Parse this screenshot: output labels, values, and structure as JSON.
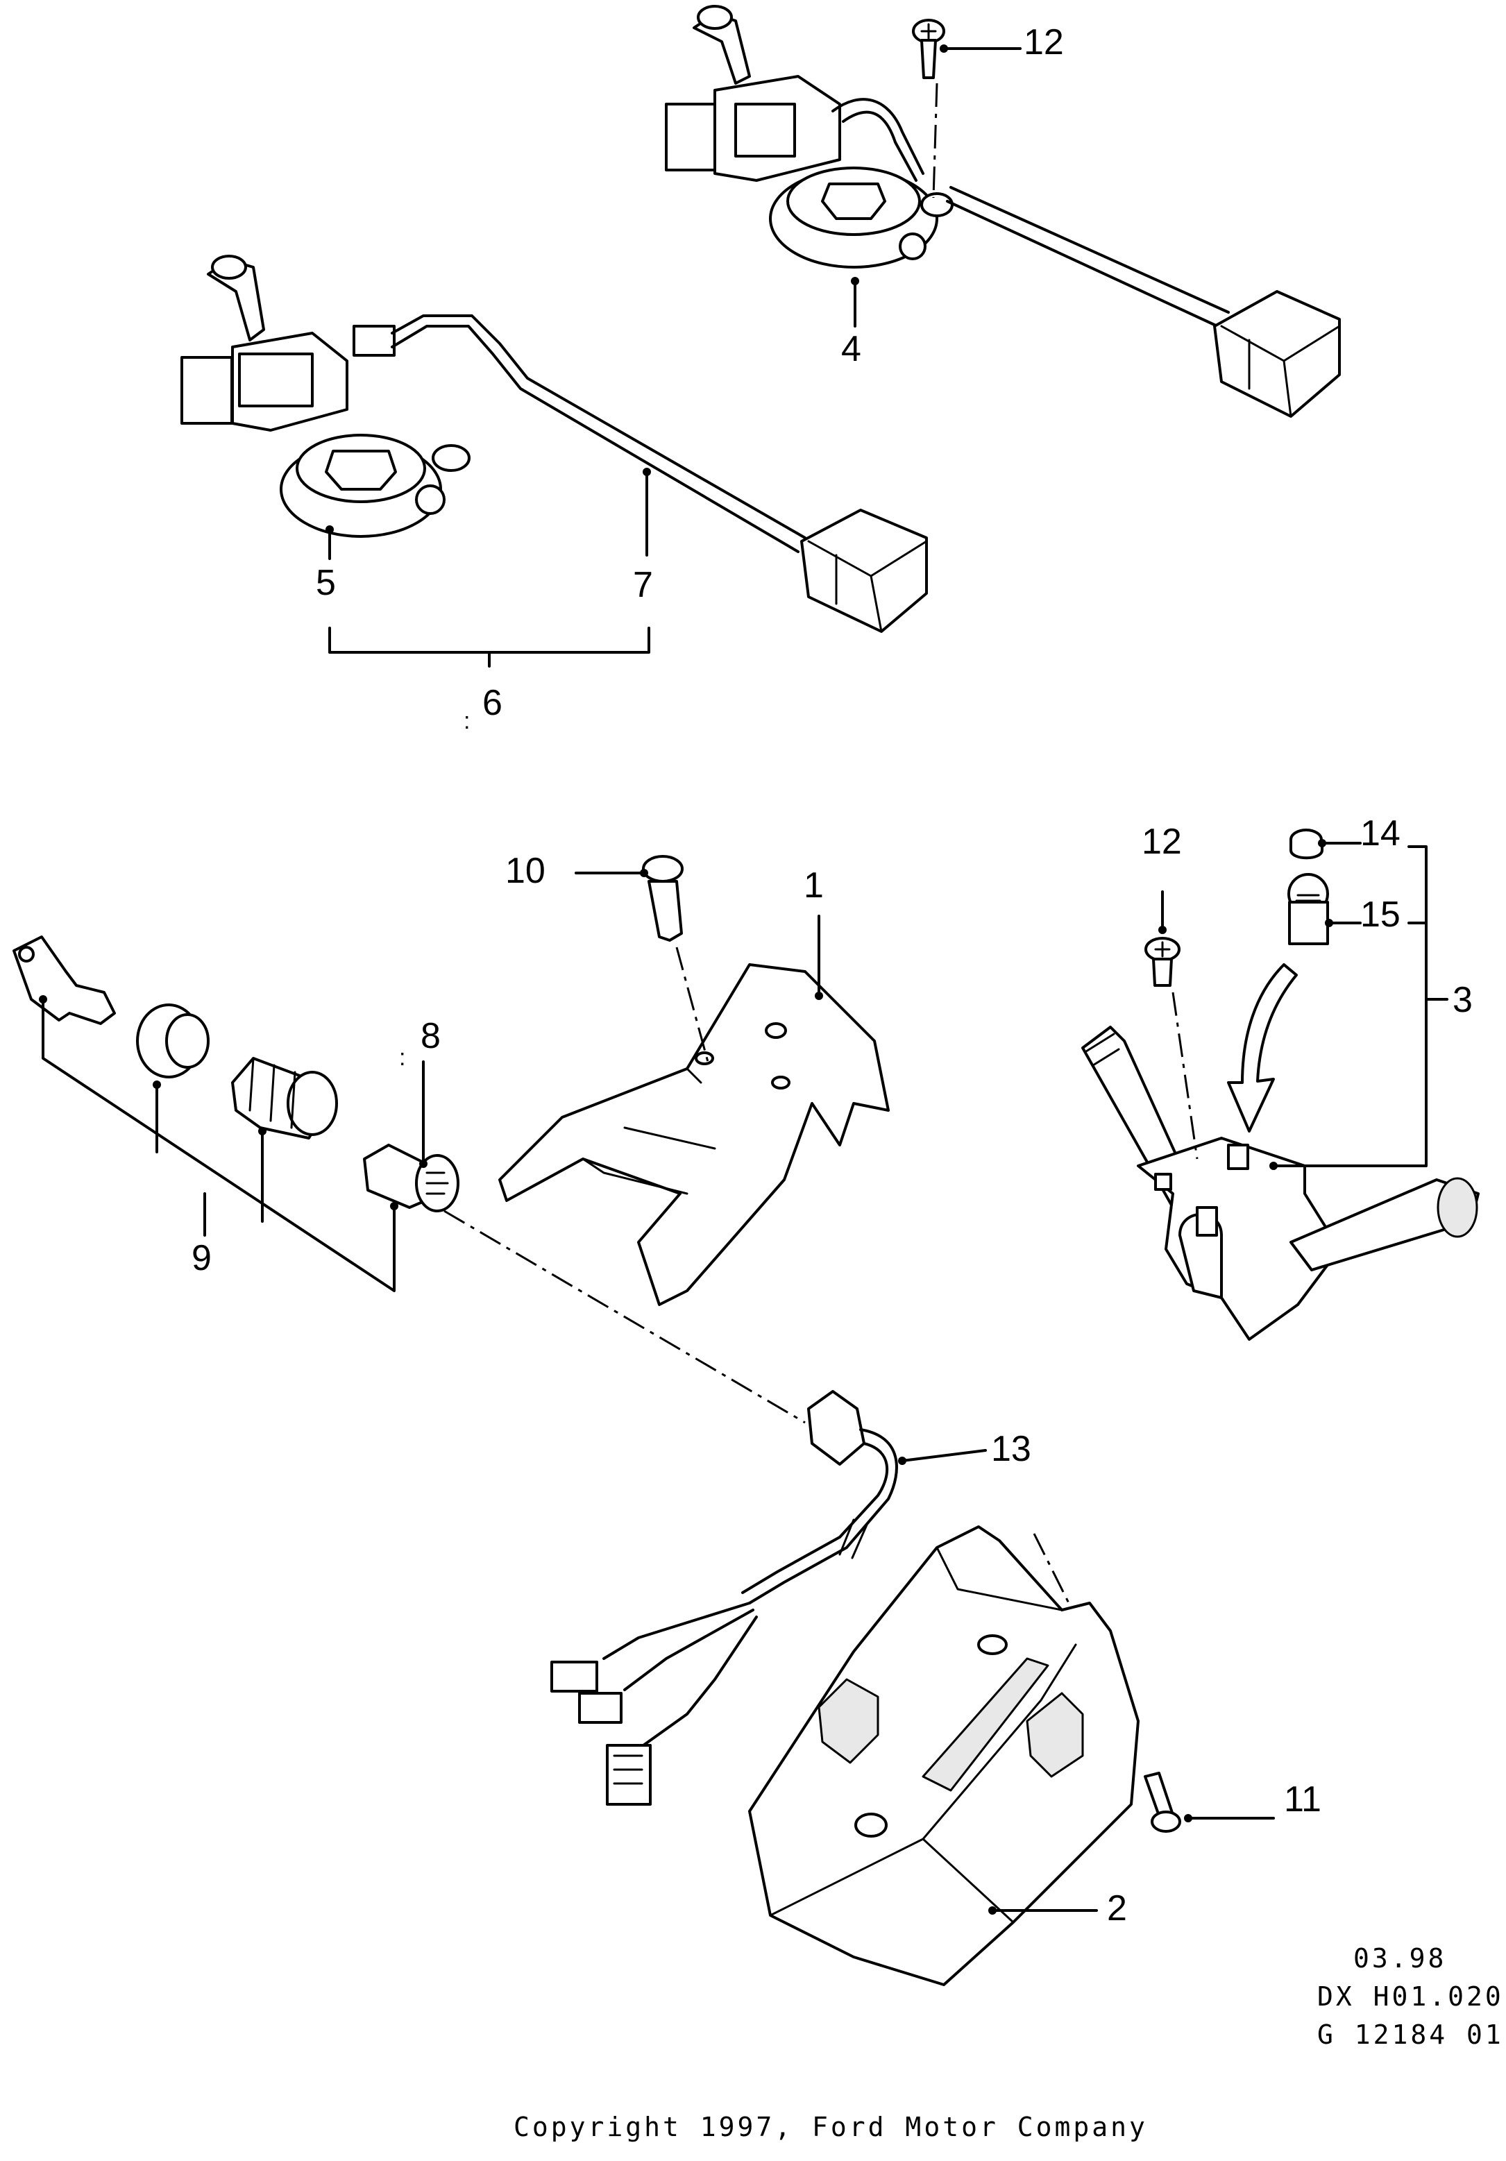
{
  "callouts": {
    "c1": "1",
    "c2": "2",
    "c3": "3",
    "c4": "4",
    "c5": "5",
    "c6": "6",
    "c7": "7",
    "c8": "8",
    "c9": "9",
    "c10": "10",
    "c11": "11",
    "c12a": "12",
    "c12b": "12",
    "c13": "13",
    "c14": "14",
    "c15": "15"
  },
  "markers": {
    "m6": ":",
    "m8": ":"
  },
  "reference": {
    "date": "03.98",
    "code": "DX H01.020",
    "drawing": "G 12184 01"
  },
  "footer": {
    "copyright": "Copyright 1997, Ford Motor Company"
  }
}
